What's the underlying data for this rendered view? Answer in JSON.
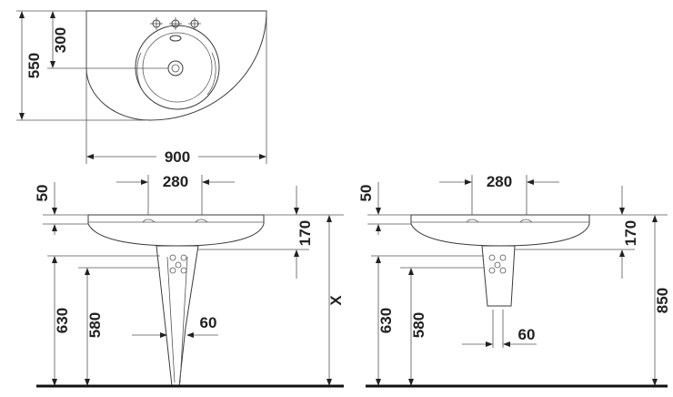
{
  "top_view": {
    "depth_total": "550",
    "depth_to_drain": "300",
    "width": "900"
  },
  "left_elevation": {
    "rim_thickness": "50",
    "tap_spacing": "280",
    "rim_to_outlet": "170",
    "height_to_bottom": "630",
    "outlet_height": "580",
    "pedestal_offset": "60",
    "rim_height": "X"
  },
  "right_elevation": {
    "rim_thickness": "50",
    "tap_spacing": "280",
    "rim_to_outlet": "170",
    "height_to_bottom": "630",
    "outlet_height": "580",
    "pedestal_offset": "60",
    "rim_height": "850"
  }
}
